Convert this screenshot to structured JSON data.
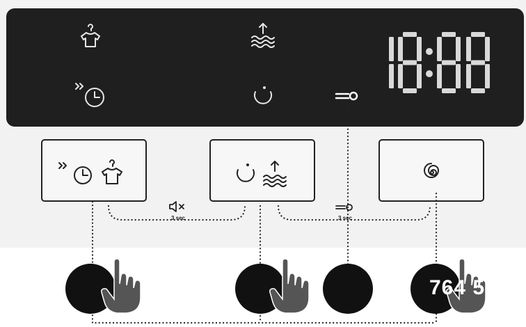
{
  "display": {
    "clock_digits": [
      "1",
      "8",
      "8",
      "8"
    ],
    "icons": [
      "shirt-hanger-icon",
      "steam-rise-icon",
      "fast-forward-timer-icon",
      "quick-cycle-icon",
      "child-lock-key-icon"
    ]
  },
  "buttons": [
    {
      "name": "timer-drying-button",
      "icons": [
        "fast-forward-timer-icon",
        "shirt-hanger-icon"
      ]
    },
    {
      "name": "cycle-steam-button",
      "icons": [
        "quick-cycle-icon",
        "steam-rise-icon"
      ]
    },
    {
      "name": "spiral-button",
      "icons": [
        "spiral-icon"
      ]
    }
  ],
  "combos": {
    "mute": {
      "icon": "mute-speaker-icon",
      "duration": "3 sec"
    },
    "lock": {
      "icon": "child-lock-key-icon",
      "duration": "3 sec"
    }
  },
  "watermark": "764 5",
  "colors": {
    "panel": "#1f1f1f",
    "segment": "#d9d9d9",
    "button_fill": "#f7f7f7",
    "dot": "#111111",
    "hand": "#555555"
  }
}
